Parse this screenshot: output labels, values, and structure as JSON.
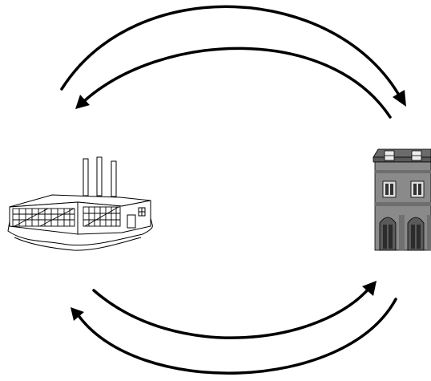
{
  "diagram": {
    "nodes": [
      {
        "id": "factory",
        "icon": "factory-icon"
      },
      {
        "id": "household",
        "icon": "townhouse-icon"
      }
    ],
    "flows": [
      {
        "from": "factory",
        "to": "household",
        "route": "top-outer"
      },
      {
        "from": "household",
        "to": "factory",
        "route": "top-inner"
      },
      {
        "from": "factory",
        "to": "household",
        "route": "bottom-inner"
      },
      {
        "from": "household",
        "to": "factory",
        "route": "bottom-outer"
      }
    ],
    "colors": {
      "background": "#ffffff",
      "arrows": "#000000",
      "building_gray": "#8a8a8a"
    }
  }
}
